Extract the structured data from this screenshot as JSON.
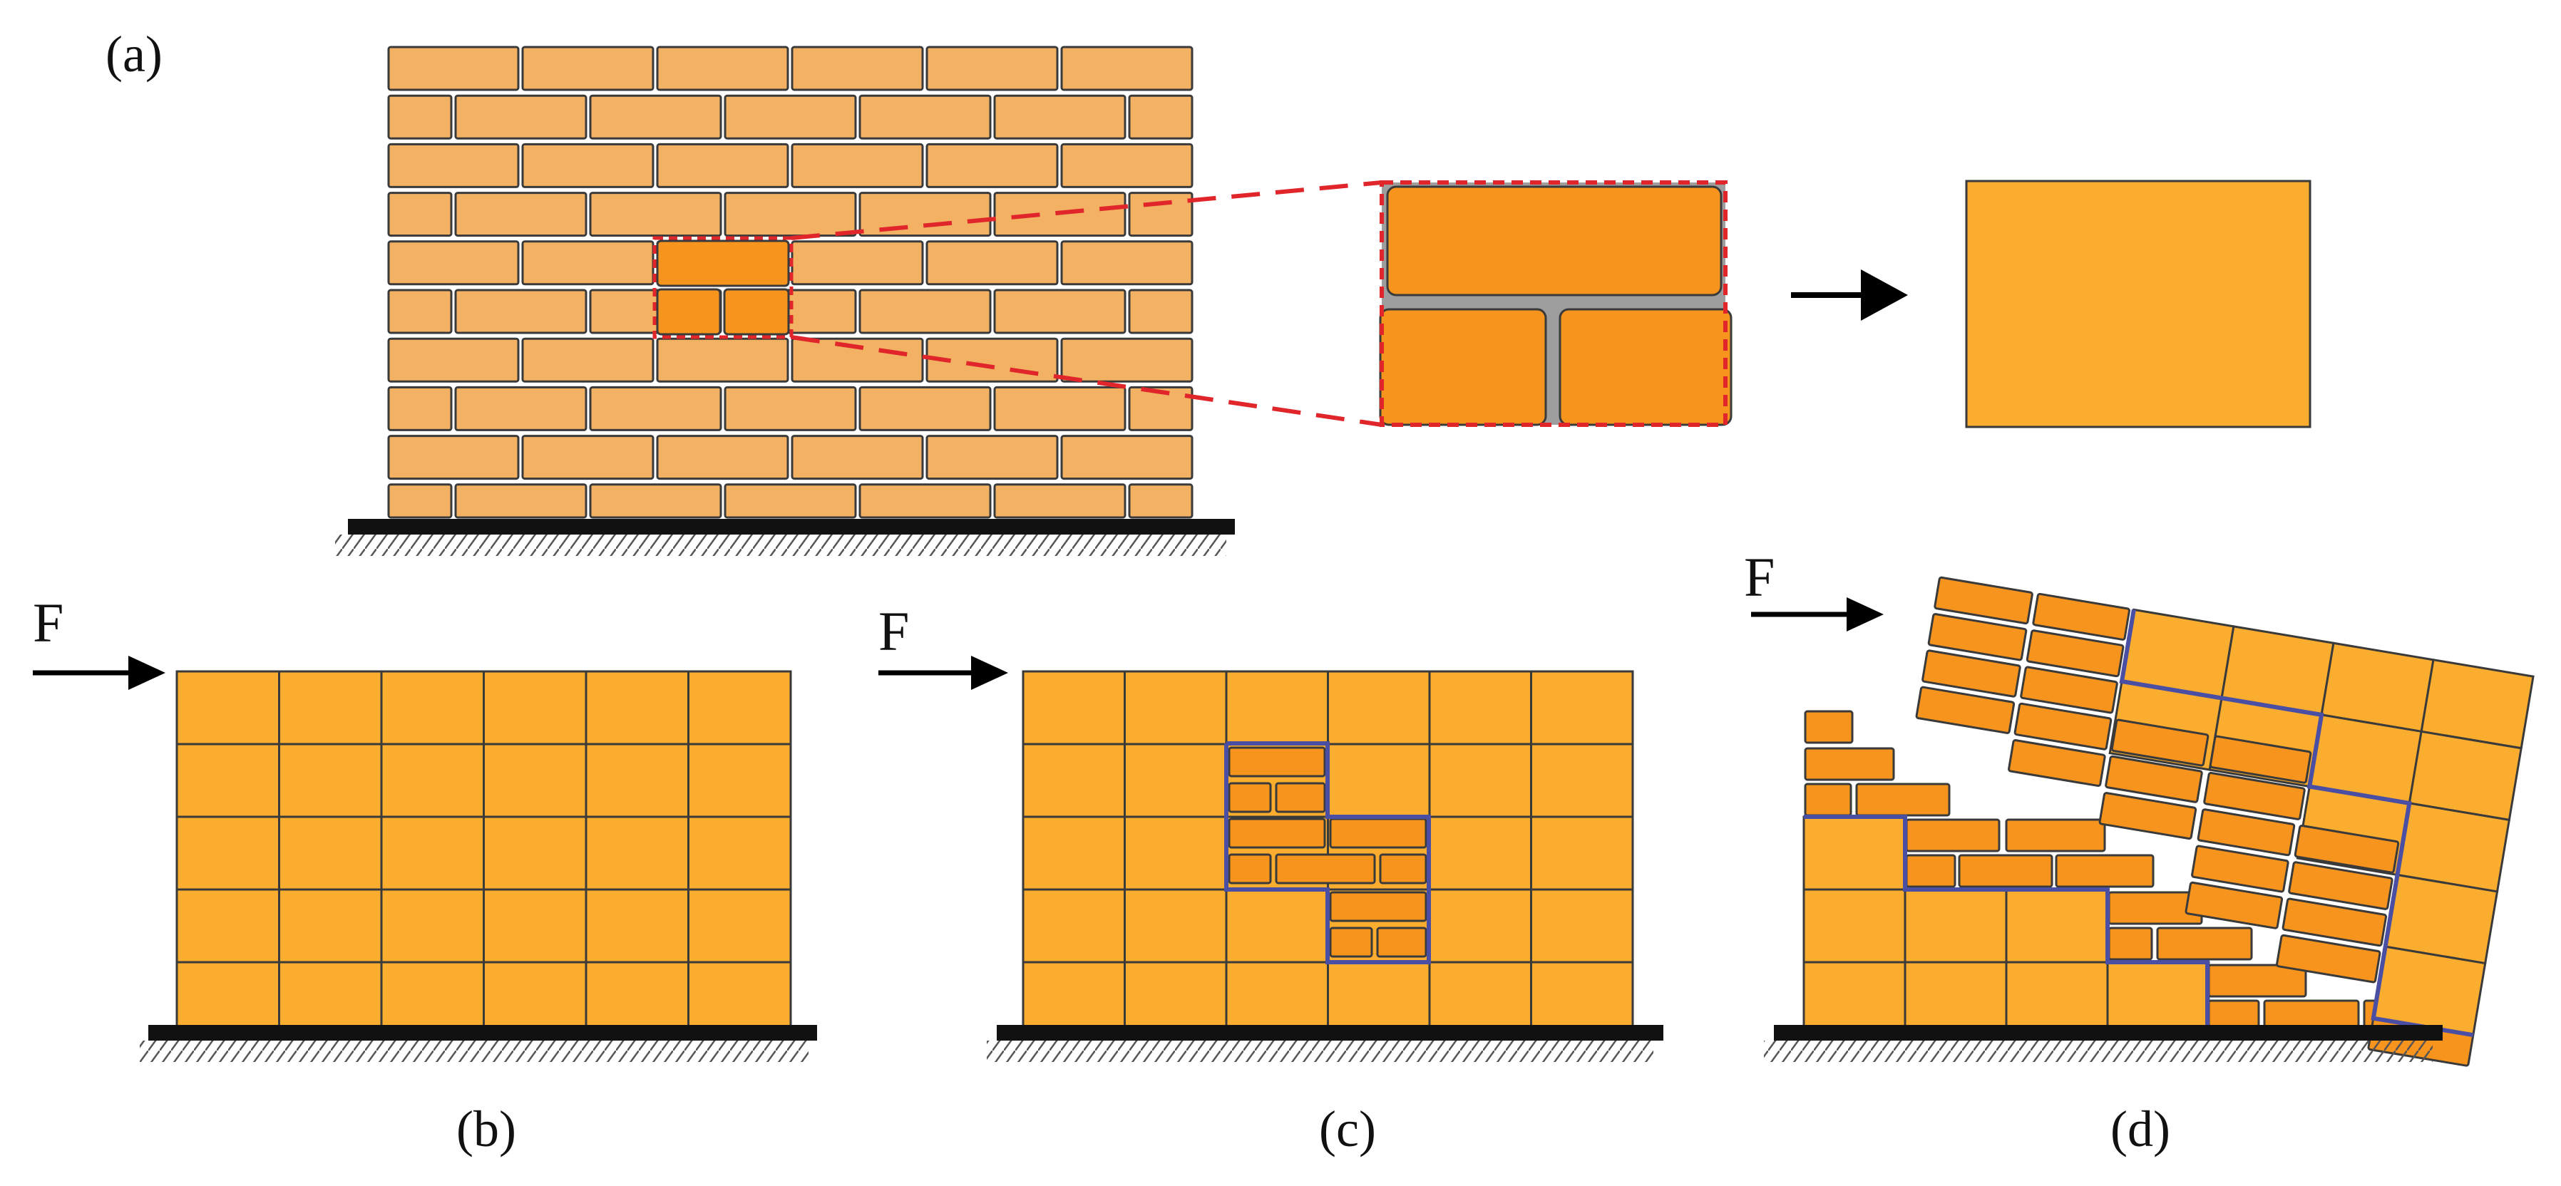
{
  "labels": {
    "a": "(a)",
    "b": "(b)",
    "c": "(c)",
    "d": "(d)",
    "force": "F"
  },
  "colors": {
    "wall_brick": "#F2B163",
    "brick_dark": "#F7941D",
    "homogenized": "#FAAD2F",
    "mortar": "#9E9E9E",
    "outline": "#3A3A3A",
    "zoom_dash": "#E0262B",
    "failure_path": "#4A4FA3",
    "ground": "#111111"
  }
}
